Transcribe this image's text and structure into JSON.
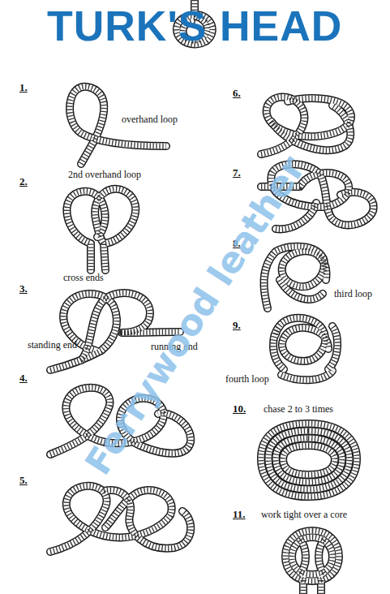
{
  "diagram": {
    "title": "TURK'S HEAD",
    "labels": [
      "1.",
      "overhand loop",
      "2.",
      "2nd overhand loop",
      "3.",
      "cross ends",
      "standing end",
      "running end",
      "4.",
      "5.",
      "6.",
      "7.",
      "8.",
      "third loop",
      "9.",
      "fourth loop",
      "10.",
      "chase 2 to 3 times",
      "11.",
      "work tight over a core",
      "Ferrywood leather"
    ]
  }
}
